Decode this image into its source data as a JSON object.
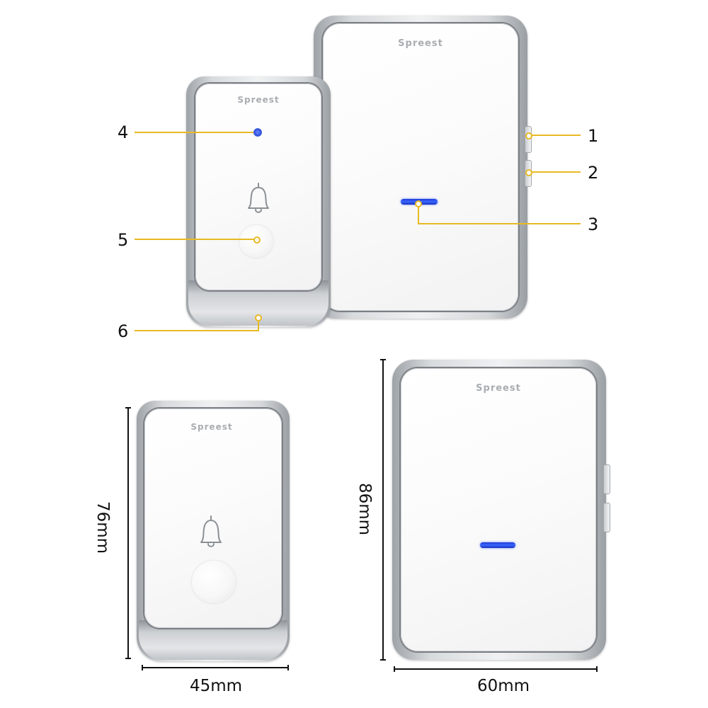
{
  "brand": "Spreest",
  "callouts": [
    "1",
    "2",
    "3",
    "4",
    "5",
    "6"
  ],
  "dimensions": {
    "transmitter_height": "76mm",
    "transmitter_width": "45mm",
    "receiver_height": "86mm",
    "receiver_width": "60mm"
  },
  "colors": {
    "callout_line": "#e8b923",
    "led_blue": "#2f55f0",
    "shell_silver": "#c9ccd0"
  },
  "icons": [
    "bell-icon",
    "led-indicator",
    "push-button"
  ]
}
